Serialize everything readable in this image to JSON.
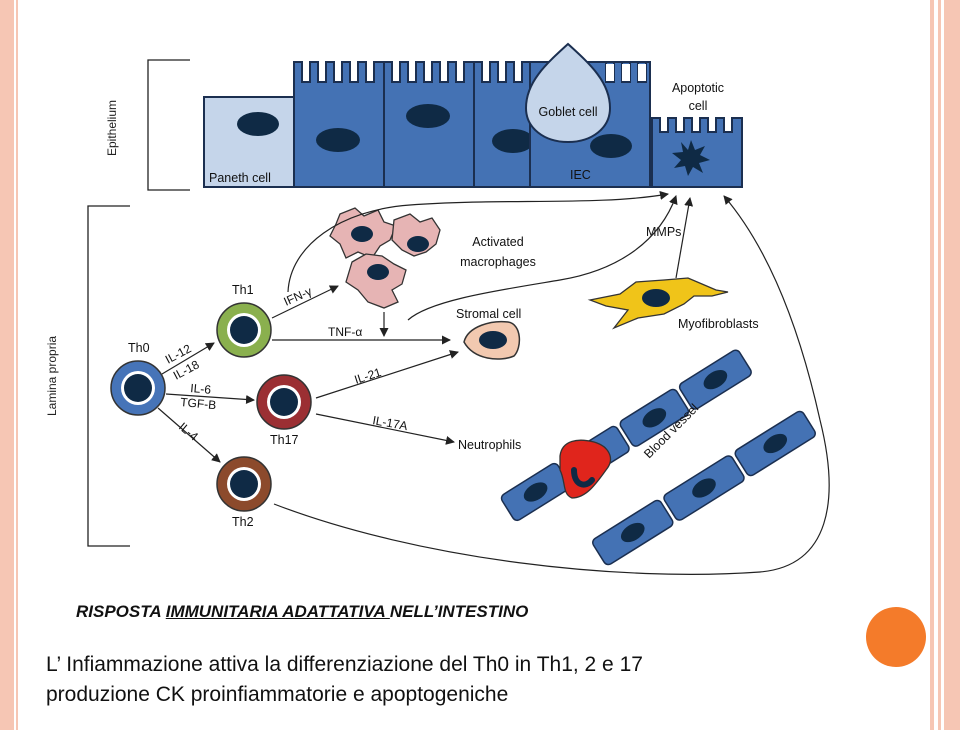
{
  "diagram": {
    "labels": {
      "epithelium": "Epithelium",
      "lamina_propria": "Lamina propria",
      "paneth_cell": "Paneth cell",
      "goblet_cell": "Goblet cell",
      "iec": "IEC",
      "apoptotic_cell_line1": "Apoptotic",
      "apoptotic_cell_line2": "cell",
      "activated_macrophages_line1": "Activated",
      "activated_macrophages_line2": "macrophages",
      "mmps": "MMPs",
      "stromal_cell": "Stromal cell",
      "myofibroblasts": "Myofibroblasts",
      "th0": "Th0",
      "th1": "Th1",
      "th17": "Th17",
      "th2": "Th2",
      "neutrophils": "Neutrophils",
      "blood_vessel": "Blood vessel"
    },
    "cytokines": {
      "il12": "IL-12",
      "il18": "IL-18",
      "il6": "IL-6",
      "tgfb": "TGF-B",
      "il4": "IL-4",
      "ifn_gamma": "IFN-γ",
      "tnf_alpha": "TNF-α",
      "il21": "IL-21",
      "il17a": "IL-17A"
    },
    "colors": {
      "epithelial_blue": "#4472b4",
      "paneth_fill": "#c5d5ea",
      "nucleus": "#0f2a45",
      "th0": "#4674b8",
      "th1": "#8ab04e",
      "th17": "#9b2f33",
      "th2": "#8c4a2c",
      "macrophage": "#e6b4b4",
      "myofibroblast": "#f0c419",
      "neutrophil": "#e0251c",
      "stromal": "#f2c9b0"
    }
  },
  "caption": {
    "part1": "RISPOSTA ",
    "part2": "IMMUNITARIA ADATTATIVA ",
    "part3": "NELL’INTESTINO"
  },
  "body": {
    "line1": "L’ Infiammazione attiva la differenziazione del Th0 in Th1, 2 e 17",
    "line2": "produzione CK proinfiammatorie e apoptogeniche"
  }
}
